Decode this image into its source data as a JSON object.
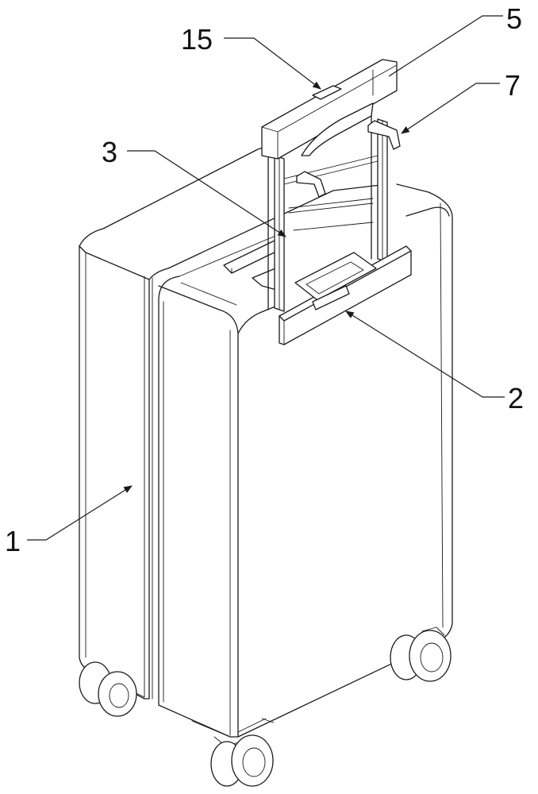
{
  "figure": {
    "labels": [
      {
        "id": "15",
        "text": "15"
      },
      {
        "id": "5",
        "text": "5"
      },
      {
        "id": "7",
        "text": "7"
      },
      {
        "id": "3",
        "text": "3"
      },
      {
        "id": "2",
        "text": "2"
      },
      {
        "id": "1",
        "text": "1"
      }
    ]
  }
}
